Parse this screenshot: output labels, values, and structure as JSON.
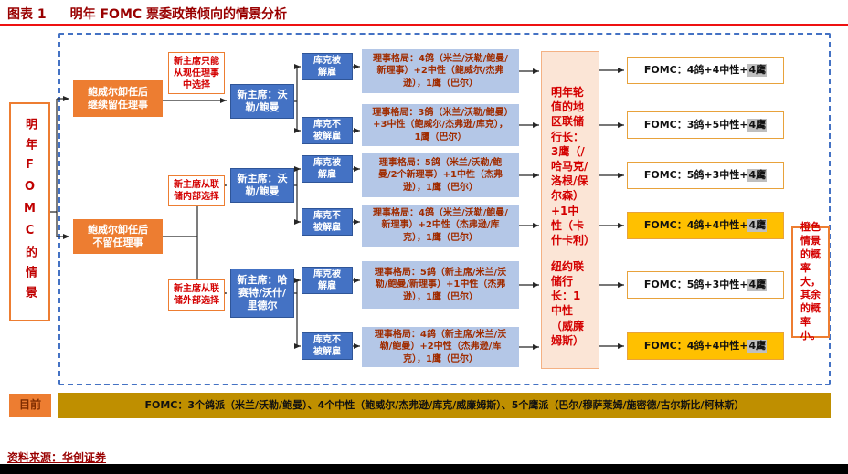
{
  "figure": {
    "label": "图表 1",
    "title": "明年 FOMC 票委政策倾向的情景分析",
    "source": "资料来源：华创证券"
  },
  "scenario_panel": {
    "left_label": "明年FOMC的情景",
    "branches": [
      {
        "label": "鲍威尔卸任后继续留任理事"
      },
      {
        "label": "鲍威尔卸任后不留任理事"
      }
    ],
    "selectors": [
      {
        "label": "新主席只能从现任理事中选择"
      },
      {
        "label": "新主席从联储内部选择"
      },
      {
        "label": "新主席从联储外部选择"
      }
    ],
    "chairs": [
      {
        "label": "新主席：沃勒/鲍曼"
      },
      {
        "label": "新主席：沃勒/鲍曼"
      },
      {
        "label": "新主席：哈赛特/沃什/里德尔"
      }
    ],
    "cook_outcomes": [
      {
        "label": "库克被解雇"
      },
      {
        "label": "库克不被解雇"
      },
      {
        "label": "库克被解雇"
      },
      {
        "label": "库克不被解雇"
      },
      {
        "label": "库克被解雇"
      },
      {
        "label": "库克不被解雇"
      }
    ],
    "board_scenarios": [
      {
        "label": "理事格局：4鸽（米兰/沃勒/鲍曼/新理事）+2中性（鲍威尔/杰弗逊），1鹰（巴尔）"
      },
      {
        "label": "理事格局：3鸽（米兰/沃勒/鲍曼）+3中性（鲍威尔/杰弗逊/库克），1鹰（巴尔）"
      },
      {
        "label": "理事格局：5鸽（米兰/沃勒/鲍曼/2个新理事）+1中性（杰弗逊），1鹰（巴尔）"
      },
      {
        "label": "理事格局：4鸽（米兰/沃勒/鲍曼/新理事）+2中性（杰弗逊/库克），1鹰（巴尔）"
      },
      {
        "label": "理事格局：5鸽（新主席/米兰/沃勒/鲍曼/新理事）+1中性（杰弗逊），1鹰（巴尔）"
      },
      {
        "label": "理事格局：4鸽（新主席/米兰/沃勒/鲍曼）+2中性（杰弗逊/库克），1鹰（巴尔）"
      }
    ],
    "regional_bank": {
      "rotating": "明年轮值的地区联储行长：3鹰（/哈马克/洛根/保尔森）+1中性（卡什卡利）",
      "new_york": "纽约联储行长：1中性（威廉姆斯）"
    },
    "fomc_results": [
      {
        "prefix": "FOMC：4鸽+4中性+",
        "hawk": "4鹰",
        "bg": "#FFFFFF"
      },
      {
        "prefix": "FOMC：3鸽+5中性+",
        "hawk": "4鹰",
        "bg": "#FFFFFF"
      },
      {
        "prefix": "FOMC：5鸽+3中性+",
        "hawk": "4鹰",
        "bg": "#FFFFFF"
      },
      {
        "prefix": "FOMC：4鸽+4中性+",
        "hawk": "4鹰",
        "bg": "#FFC000"
      },
      {
        "prefix": "FOMC：5鸽+3中性+",
        "hawk": "4鹰",
        "bg": "#FFFFFF"
      },
      {
        "prefix": "FOMC：4鸽+4中性+",
        "hawk": "4鹰",
        "bg": "#FFC000"
      }
    ],
    "note": "橙色情景的概率大，其余的概率小。"
  },
  "current_panel": {
    "label": "目前",
    "status": "FOMC：3个鸽派（米兰/沃勒/鲍曼）、4个中性（鲍威尔/杰弗逊/库克/威廉姆斯）、5个鹰派（巴尔/穆萨莱姆/施密德/古尔斯比/柯林斯）"
  },
  "colors": {
    "accent_orange": "#ED7D31",
    "accent_blue": "#4472C4",
    "light_blue": "#B4C7E7",
    "peach": "#FBE5D6",
    "highlight_amber": "#FFC000",
    "hawk_chip_gray": "#BFBFBF",
    "gold_bar": "#BF8F00",
    "title_red": "#990000",
    "text_red": "#C00000",
    "rule_red": "#EE1111"
  }
}
